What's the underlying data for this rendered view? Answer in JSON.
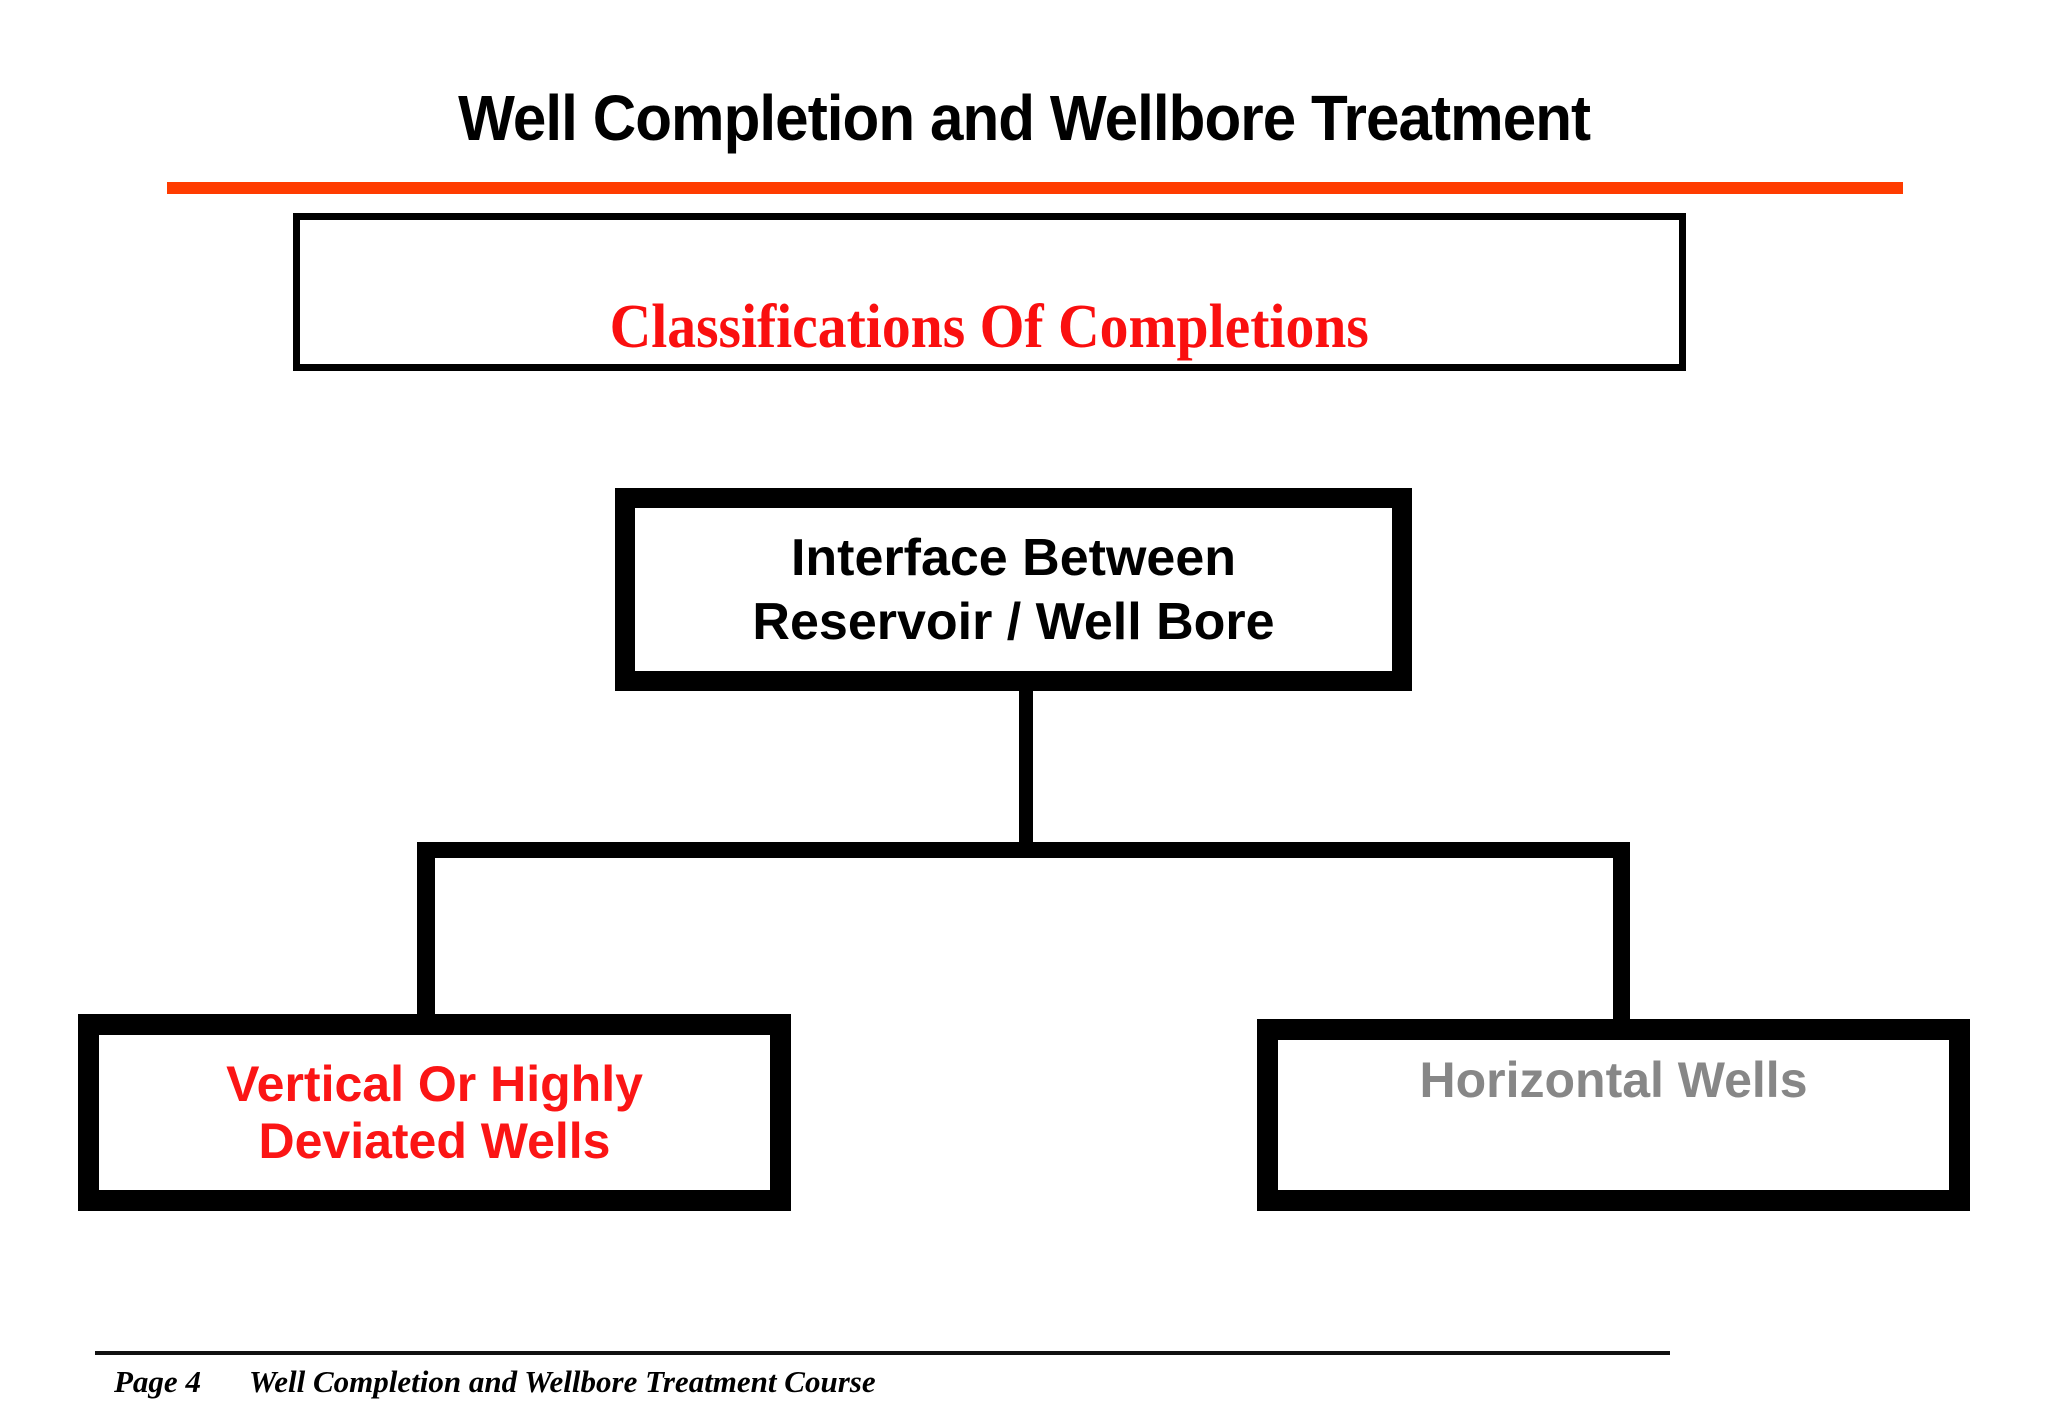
{
  "slide": {
    "title": "Well Completion and Wellbore Treatment",
    "heading_box": {
      "label": "Classifications Of Completions"
    },
    "interface_box": {
      "line1": "Interface Between",
      "line2": "Reservoir / Well Bore"
    },
    "left_box": {
      "line1": "Vertical Or Highly",
      "line2": "Deviated Wells"
    },
    "right_box": {
      "label": "Horizontal Wells"
    },
    "footer": {
      "page": "Page 4",
      "course": "Well Completion and Wellbore Treatment Course"
    }
  },
  "colors": {
    "accent-line": "#ff3c00",
    "heading-text": "#fa0f0f",
    "left-box-text": "#fb1515",
    "right-box-text": "#878787",
    "border-black": "#000000"
  }
}
